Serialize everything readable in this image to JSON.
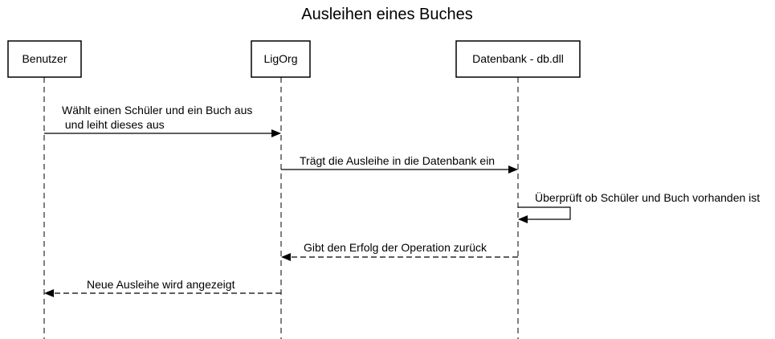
{
  "diagram": {
    "title": "Ausleihen eines Buches",
    "participants": [
      {
        "id": "benutzer",
        "label": "Benutzer"
      },
      {
        "id": "ligorg",
        "label": "LigOrg"
      },
      {
        "id": "datenbank",
        "label": "Datenbank - db.dll"
      }
    ],
    "messages": [
      {
        "from": "benutzer",
        "to": "ligorg",
        "style": "solid",
        "lines": [
          "Wählt einen Schüler und ein Buch aus",
          " und leiht dieses aus"
        ]
      },
      {
        "from": "ligorg",
        "to": "datenbank",
        "style": "solid",
        "lines": [
          "Trägt die Ausleihe in die Datenbank ein"
        ]
      },
      {
        "from": "datenbank",
        "to": "datenbank",
        "style": "solid",
        "lines": [
          "Überprüft ob Schüler und Buch vorhanden ist"
        ]
      },
      {
        "from": "datenbank",
        "to": "ligorg",
        "style": "dashed",
        "lines": [
          "Gibt den Erfolg der Operation zurück"
        ]
      },
      {
        "from": "ligorg",
        "to": "benutzer",
        "style": "dashed",
        "lines": [
          "Neue Ausleihe wird angezeigt"
        ]
      }
    ]
  }
}
